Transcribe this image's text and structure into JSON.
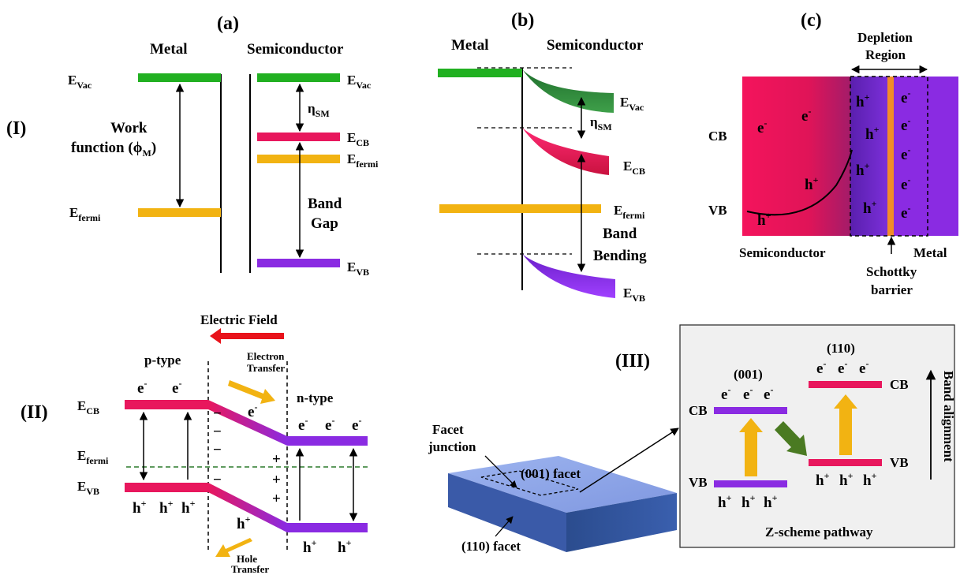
{
  "panels": {
    "a_label": "(a)",
    "b_label": "(b)",
    "c_label": "(c)",
    "row1": "(I)",
    "row2": "(II)",
    "row3": "(III)"
  },
  "a": {
    "metal": "Metal",
    "semiconductor": "Semiconductor",
    "evac_left_main": "E",
    "evac_left_sub": "Vac",
    "evac_right_main": "E",
    "evac_right_sub": "Vac",
    "work1": "Work",
    "work2_pre": "function (ϕ",
    "work2_sub": "M",
    "work2_post": ")",
    "efermi_left_main": "E",
    "efermi_left_sub": "fermi",
    "eta_main": "η",
    "eta_sub": "SM",
    "ecb_main": "E",
    "ecb_sub": "CB",
    "efermi_right_main": "E",
    "efermi_right_sub": "fermi",
    "bandgap1": "Band",
    "bandgap2": "Gap",
    "evb_main": "E",
    "evb_sub": "VB"
  },
  "b": {
    "metal": "Metal",
    "semiconductor": "Semiconductor",
    "evac_main": "E",
    "evac_sub": "Vac",
    "eta_main": "η",
    "eta_sub": "SM",
    "ecb_main": "E",
    "ecb_sub": "CB",
    "efermi_main": "E",
    "efermi_sub": "fermi",
    "bending1": "Band",
    "bending2": "Bending",
    "evb_main": "E",
    "evb_sub": "VB"
  },
  "c": {
    "depletion1": "Depletion",
    "depletion2": "Region",
    "cb": "CB",
    "vb": "VB",
    "semiconductor": "Semiconductor",
    "metal": "Metal",
    "schottky1": "Schottky",
    "schottky2": "barrier",
    "electron": "e",
    "hole": "h",
    "minus": "-",
    "plus": "+"
  },
  "ii": {
    "electric_field": "Electric Field",
    "ptype": "p-type",
    "ntype": "n-type",
    "electron_transfer1": "Electron",
    "electron_transfer2": "Transfer",
    "hole_transfer1": "Hole",
    "hole_transfer2": "Transfer",
    "ecb_main": "E",
    "ecb_sub": "CB",
    "efermi_main": "E",
    "efermi_sub": "fermi",
    "evb_main": "E",
    "evb_sub": "VB",
    "electron": "e",
    "hole": "h",
    "minus": "−",
    "plus": "+"
  },
  "iii": {
    "facet_junction1": "Facet",
    "facet_junction2": "junction",
    "facet_001": "(001) facet",
    "facet_110": "(110) facet",
    "label_001": "(001)",
    "label_110": "(110)",
    "cb": "CB",
    "vb": "VB",
    "z_scheme": "Z-scheme pathway",
    "band_alignment": "Band alignment",
    "electron": "e",
    "hole": "h"
  },
  "colors": {
    "green": "#21b021",
    "orange": "#f2b312",
    "crimson": "#e8175d",
    "purple": "#8a2be2",
    "red_arrow": "#e8131b",
    "dark_green_arrow": "#4a7a22",
    "box_bg": "#f0f0f0"
  }
}
